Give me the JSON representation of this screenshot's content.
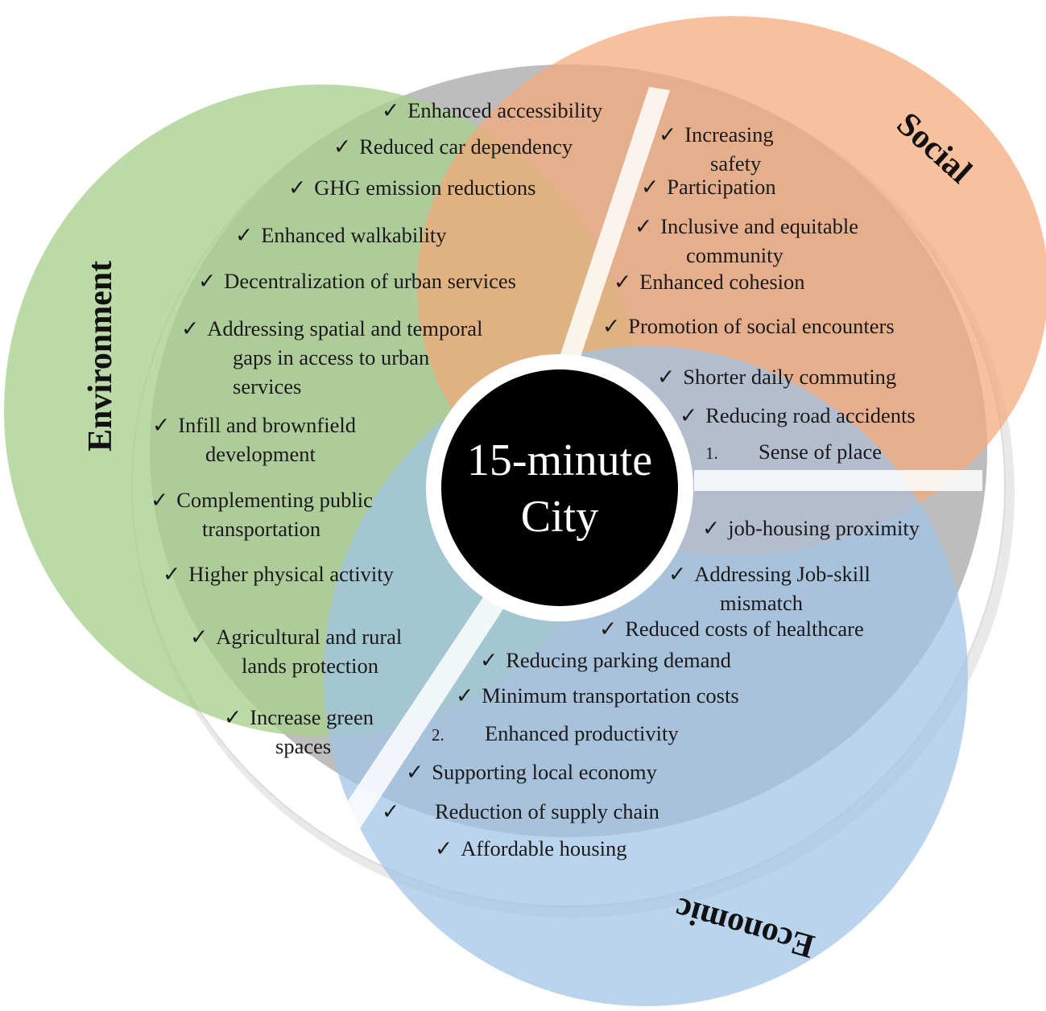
{
  "center": {
    "line1": "15-minute",
    "line2": "City"
  },
  "dimensions": {
    "environment": "Environment",
    "social": "Social",
    "economic": "Economic"
  },
  "colors": {
    "environment": "#a9cf8e",
    "social": "#f4b088",
    "economic": "#9fc3e6",
    "inner_disk": "#b7b7b7",
    "center": "#000000"
  },
  "environment_items": [
    {
      "marker": "✓",
      "text": "Enhanced accessibility"
    },
    {
      "marker": "✓",
      "text": "Reduced car dependency"
    },
    {
      "marker": "✓",
      "text": "GHG emission reductions"
    },
    {
      "marker": "✓",
      "text": "Enhanced walkability"
    },
    {
      "marker": "✓",
      "text": "Decentralization of urban services"
    },
    {
      "marker": "✓",
      "text": "Addressing spatial and temporal",
      "cont1": "gaps in access to urban",
      "cont2": "services"
    },
    {
      "marker": "✓",
      "text": "Infill and brownfield",
      "cont1": "development"
    },
    {
      "marker": "✓",
      "text": "Complementing public",
      "cont1": "transportation"
    },
    {
      "marker": "✓",
      "text": "Higher physical activity"
    },
    {
      "marker": "✓",
      "text": "Agricultural and rural",
      "cont1": "lands protection"
    },
    {
      "marker": "✓",
      "text": "Increase green",
      "cont1": "spaces"
    }
  ],
  "social_items": [
    {
      "marker": "✓",
      "text": "Increasing",
      "cont1": "safety"
    },
    {
      "marker": "✓",
      "text": "Participation"
    },
    {
      "marker": "✓",
      "text": "Inclusive and equitable",
      "cont1": "community"
    },
    {
      "marker": "✓",
      "text": "Enhanced cohesion"
    },
    {
      "marker": "✓",
      "text": "Promotion of social encounters"
    },
    {
      "marker": "✓",
      "text": "Shorter daily commuting"
    },
    {
      "marker": "✓",
      "text": "Reducing road accidents"
    },
    {
      "marker": "1.",
      "text": "Sense of place"
    }
  ],
  "economic_items": [
    {
      "marker": "✓",
      "text": "job-housing proximity"
    },
    {
      "marker": "✓",
      "text": "Addressing Job-skill",
      "cont1": "mismatch"
    },
    {
      "marker": "✓",
      "text": "Reduced costs of healthcare"
    },
    {
      "marker": "✓",
      "text": "Reducing parking demand"
    },
    {
      "marker": "✓",
      "text": "Minimum transportation costs"
    },
    {
      "marker": "2.",
      "text": "Enhanced productivity"
    },
    {
      "marker": "✓",
      "text": "Supporting local economy"
    },
    {
      "marker": "✓",
      "text": "Reduction of supply chain"
    },
    {
      "marker": "✓",
      "text": "Affordable housing"
    }
  ]
}
